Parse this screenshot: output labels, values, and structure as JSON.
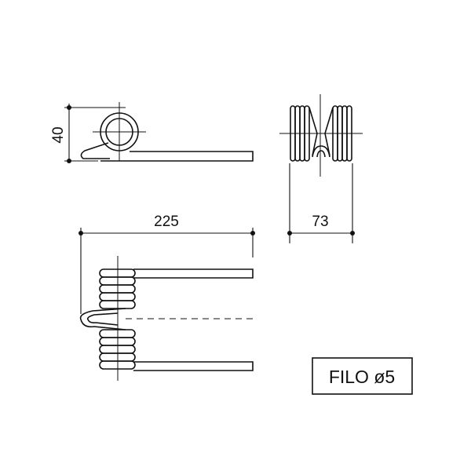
{
  "dimensions": {
    "height": "40",
    "length": "225",
    "width": "73"
  },
  "spec_label": "FILO ø5"
}
